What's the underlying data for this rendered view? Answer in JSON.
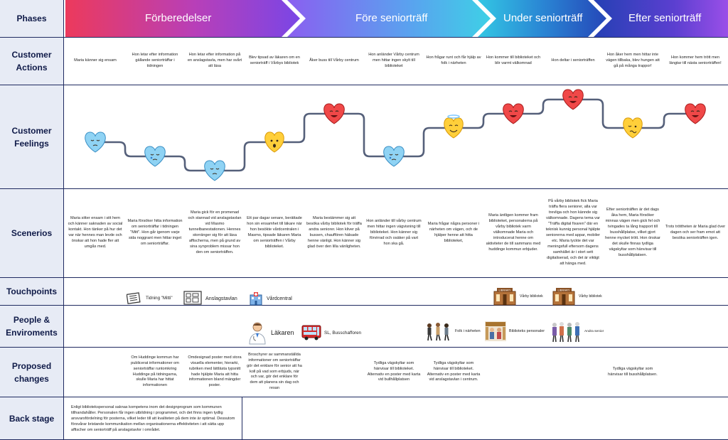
{
  "rows": {
    "phases": "Phases",
    "customer_actions": "Customer Actions",
    "customer_feelings": "Customer Feelings",
    "scenerios": "Scenerios",
    "touchpoints": "Touchpoints",
    "people_environments": "People & Enviroments",
    "proposed_changes": "Proposed changes",
    "back_stage": "Back stage"
  },
  "phases": [
    {
      "label": "Förberedelser",
      "color": "#e8386a"
    },
    {
      "label": "Före seniorträff",
      "color": "#7b5ce6"
    },
    {
      "label": "Under seniorträff",
      "color": "#2f78d8"
    },
    {
      "label": "Efter seniorträff",
      "color": "#5a4fd9"
    }
  ],
  "actions": [
    "Maria känner sig ensam",
    "Hon letar efter information gällande seniorträffar i tidningen",
    "Hon letar efter information på en anslagstavla, men har svårt att läsa",
    "Blev tipsad av läkaren om en seniorträff i Vårbys bibliotek",
    "Åker buss till Vårby centrum",
    "Hon anländer Vårby centrum men hittar ingen skylt till biblioteket",
    "Hon frågar runt och får hjälp av folk i närheten",
    "Hon kommer till biblioteket och blir varmt välkomnad",
    "Hon deltar i seniorträffen",
    "Hon åker hem men hittar inte vägen tillbaka, blev hungen att gå på många trappor!",
    "Hon kommer hem trött men längtar till nästa seniorträffen!"
  ],
  "feelings": [
    {
      "mood": "sad",
      "level": 2
    },
    {
      "mood": "worried",
      "level": 1
    },
    {
      "mood": "pensive",
      "level": 0
    },
    {
      "mood": "surprised",
      "level": 2
    },
    {
      "mood": "happy-love",
      "level": 4
    },
    {
      "mood": "sad-tear",
      "level": 1
    },
    {
      "mood": "halo-smile",
      "level": 3
    },
    {
      "mood": "smiling-love",
      "level": 4
    },
    {
      "mood": "love-eyes",
      "level": 5
    },
    {
      "mood": "woozy",
      "level": 3
    },
    {
      "mood": "grin-love",
      "level": 4
    }
  ],
  "scenarios": [
    "Maria sitter ensam i sitt hem och känner saknaden av social kontakt. Hon tänker på hur det var när hennes man levde och önskar att hon hade fler att umgås med.",
    "Maria försöker hitta information om seniorträffar i tidningen \"Mitt\". Hon går igenom varje sida noggrant men hittar inget om seniorträffar.",
    "Maria gick för en promenad och stannad vid anslagstavlan vid Masmo tunnelbanestationen. Hennes storränger sig för att läsa affischerna, men på grund av sina synproblem missar hon den om seniorträffen.",
    "Ett par dagar senare, berättade hon sin ensamhet till läkare när hon besökte vårdcentralen i Masmo, tipsade läkaren Maria om seniorträffen i Vårby biblioteket.",
    "Maria bestämmer sig att besöka vårby bibliotek för träffa andra seniorer. Hon kliver på bussen, chauffören hälsade henne vänligt. Hon känner sig glad över den lilla vänligheten.",
    "Hon anländer till vårby centrum men hittar ingen vägvisning till biblioteket. Hon känner sig förvirrad och osäker på vart hon ska gå.",
    "Maria frågar några personer i närheten om vägen, och de hjälper henne att hitta biblioteket,",
    "Maria äntligen kommer fram biblioteket, personalerna på vårby bibliotek varm välkomnade Maria och introducerat henne om aktiviteter de till sammans med huddinge kommun erbjuder.",
    "På vårby bibliotek fick Maria träffa flera seniorer, alla var trevliga och hon kännde sig välkomnade. Dagens tema var \"Träffa digital fixaren\" där en teknisk kunnig personal hjälpte seniorerna med appar, mobiler etc. Maria tyckte det var meningsfull eftersom dagens samhället är i stort sett digitaliserad, och det är viktigt att hänga med.",
    "Efter seniorträffen är det dags åka hem, Maria försöker minnas vägen men gick fel och tvingades ta lång trapport till busshållplatse, vilket gjort henne mycket trött. Hon önskar det skulle finnas tydliga vägskyltar som hänvisar till busshållplatsen.",
    "Trots tröttheten är Maria glad över dagen och ser fram emot att besöka seniorträffen igen."
  ],
  "touchpoints": {
    "tidning": "Tidning \"Mitti\"",
    "anslagstavlan": "Anslagstavlan",
    "vardcentral": "Vårdcentral",
    "vardby1": "Vårby bibliotek",
    "vardby2": "Vårby bibliotek",
    "library_sign": "LIBRARY"
  },
  "people": {
    "lakaren": "Läkaren",
    "sl": "SL, Busschafforen",
    "folk": "Folk i närheten",
    "personal": "Biblioteks personaler",
    "andra": "Andra senior"
  },
  "proposed": [
    "",
    "Om Huddinge kommun har publicerat informationer om seniorträffar runtomkring Huddinge på tidningarna, skulle Maria har hittat informationen",
    "Omdesignad poster med stora visuella elementer, hierarki, rubriken med lättlästa typsnitt hade hjälpte Maria att hitta informationen bland mängder poster.",
    "Broschyrer av sammanställda informationer om seniorträffar gör det enklare för senior att ha koll på vad som erbjuds, när och var, gör det enklare för dem att planera sin dag och resan",
    "",
    "Tydliga vägskyltar som hänvisar till biblioteket. Alternativ en poster med karta vid bullhållplatsen",
    "Tydliga vägskyltar som hänvisar till biblioteket. Alternativ en poster med karta vid anslagstavlan i centrum.",
    "",
    "",
    "Tydliga vägskyltar som hänvisar till busshållplatsen.",
    ""
  ],
  "backstage": "Enligt bibliotekspersonal saknas kompetens inom det designprogram som kommunen tillhandahåller. Personalen får ingen utbildning i programmet, och det finns ingen tydlig ansvarsfördelning för posterna, vilket leder till att kvaliteten på dem inte är optimal. Dessutom försvårar bristande kommunikation mellan organisationerna effektiviteten i att sätta upp affischer om seniorträff på anslagstavlor i området."
}
